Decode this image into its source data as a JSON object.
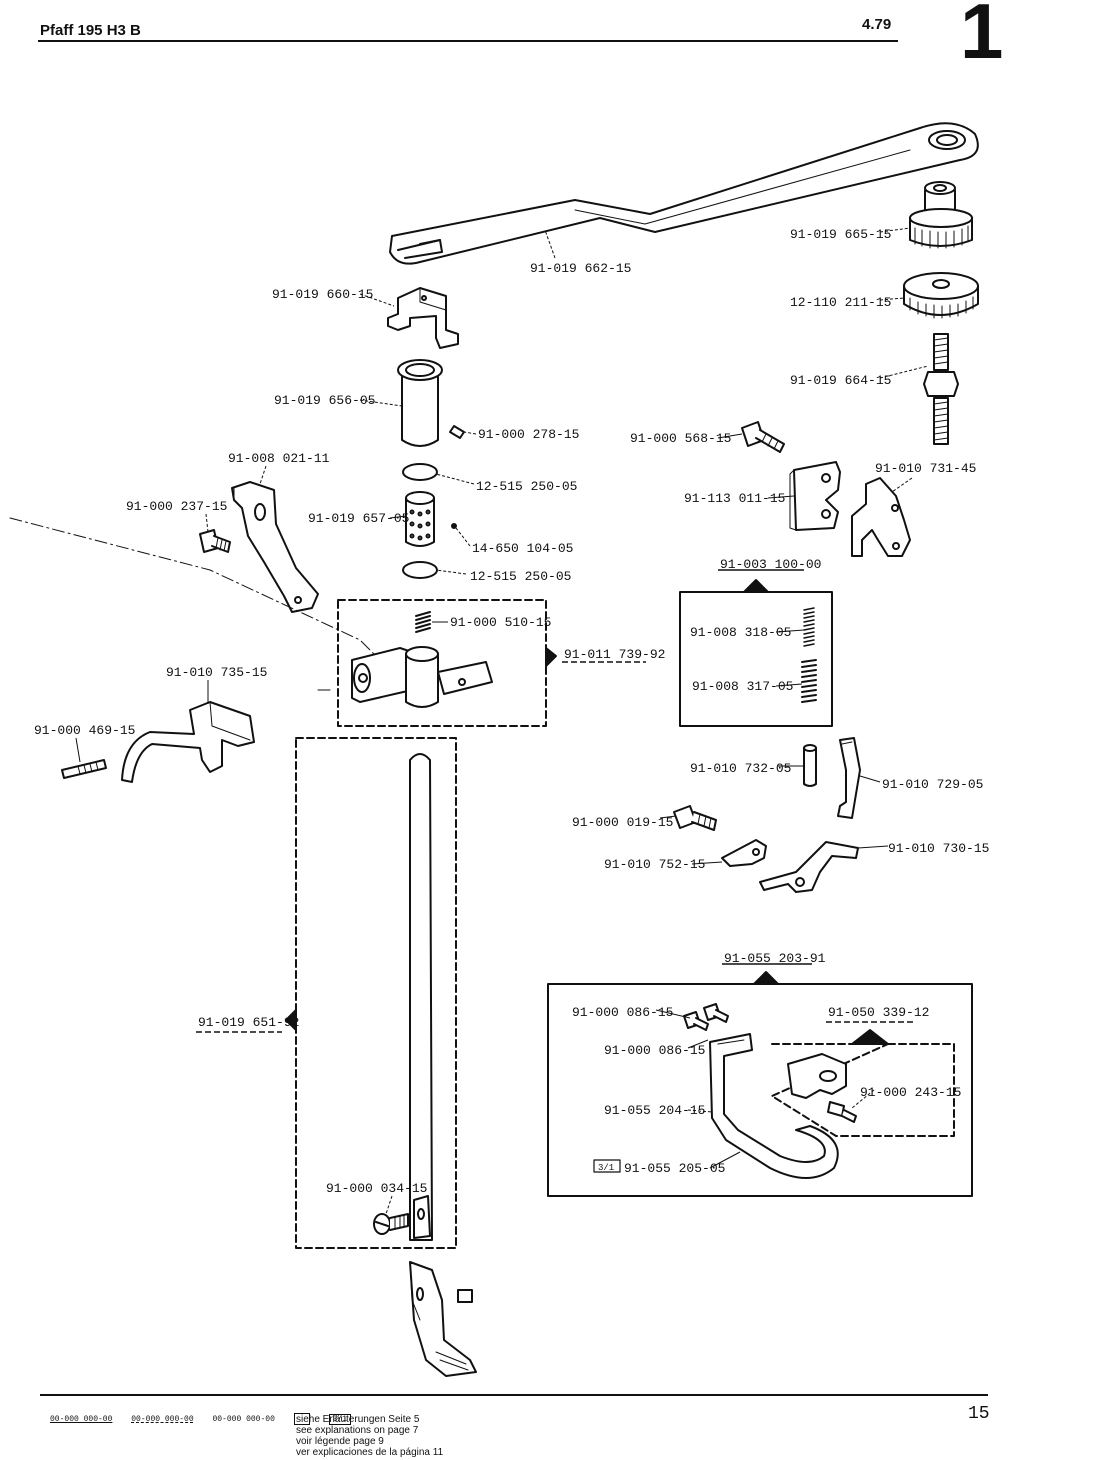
{
  "header": {
    "title": "Pfaff 195 H3 B",
    "date": "4.79",
    "section": "1"
  },
  "parts": {
    "p_662": "91-019 662-15",
    "p_665": "91-019 665-15",
    "p_211": "12-110 211-15",
    "p_660": "91-019 660-15",
    "p_664": "91-019 664-15",
    "p_656": "91-019 656-05",
    "p_278": "91-000 278-15",
    "p_568": "91-000 568-15",
    "p_021": "91-008 021-11",
    "p_250a": "12-515 250-05",
    "p_731": "91-010 731-45",
    "p_237": "91-000 237-15",
    "p_657": "91-019 657-05",
    "p_011": "91-113 011-15",
    "p_104": "14-650 104-05",
    "p_250b": "12-515 250-05",
    "p_100": "91-003 100-00",
    "p_510": "91-000 510-15",
    "p_739": "91-011 739-92",
    "p_318": "91-008 318-05",
    "p_317": "91-008 317-05",
    "p_735": "91-010 735-15",
    "p_469": "91-000 469-15",
    "p_732": "91-010 732-05",
    "p_729": "91-010 729-05",
    "p_019": "91-000 019-15",
    "p_730": "91-010 730-15",
    "p_752": "91-010 752-15",
    "p_203": "91-055 203-91",
    "p_651": "91-019 651-92",
    "p_086a": "91-000 086-15",
    "p_339": "91-050 339-12",
    "p_086b": "91-000 086-15",
    "p_243": "91-000 243-15",
    "p_204": "91-055 204-15",
    "p_205": "91-055 205-05",
    "p_205_badge": "3/1",
    "p_034": "91-000 034-15"
  },
  "footer": {
    "legend_codes": [
      "00-000 000-00",
      "00-000 000-00",
      "00-000 000-00"
    ],
    "legend_badge": "3/1",
    "legend_lines": [
      "siehe Erläuterungen Seite 5",
      "see explanations on page 7",
      "voir légende page 9",
      "ver explicaciones de la página 11"
    ],
    "page_number": "15"
  }
}
